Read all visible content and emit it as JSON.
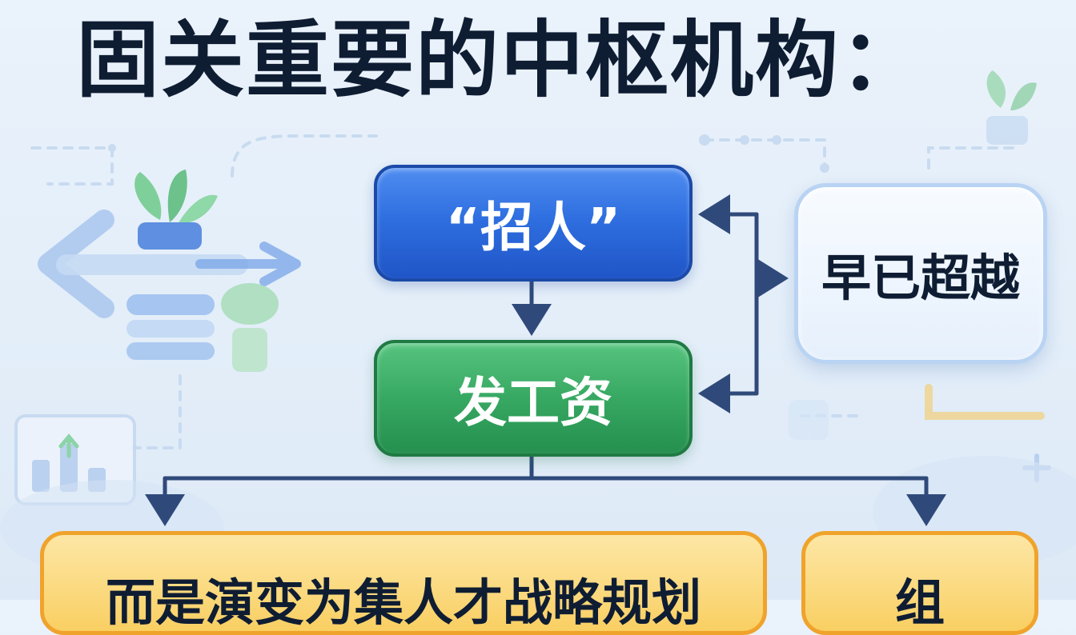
{
  "title": "固关重要的中枢机构：",
  "nodes": {
    "recruit": "“招人”",
    "payroll": "发工资",
    "surpassed": "早已超越",
    "strategy": "而是演变为集人才战略规划",
    "org": "组"
  },
  "colors": {
    "title": "#0f1d33",
    "recruit_box": "#2f6fe0",
    "payroll_box": "#37a862",
    "surpassed_box": "#e6f0fc",
    "strategy_box": "#f9cf62",
    "strategy_border": "#f0a32b",
    "connector": "#2f4a7a"
  },
  "icons": [
    "plant-icon",
    "arrow-icon",
    "bar-chart-icon",
    "toggle-icon"
  ]
}
